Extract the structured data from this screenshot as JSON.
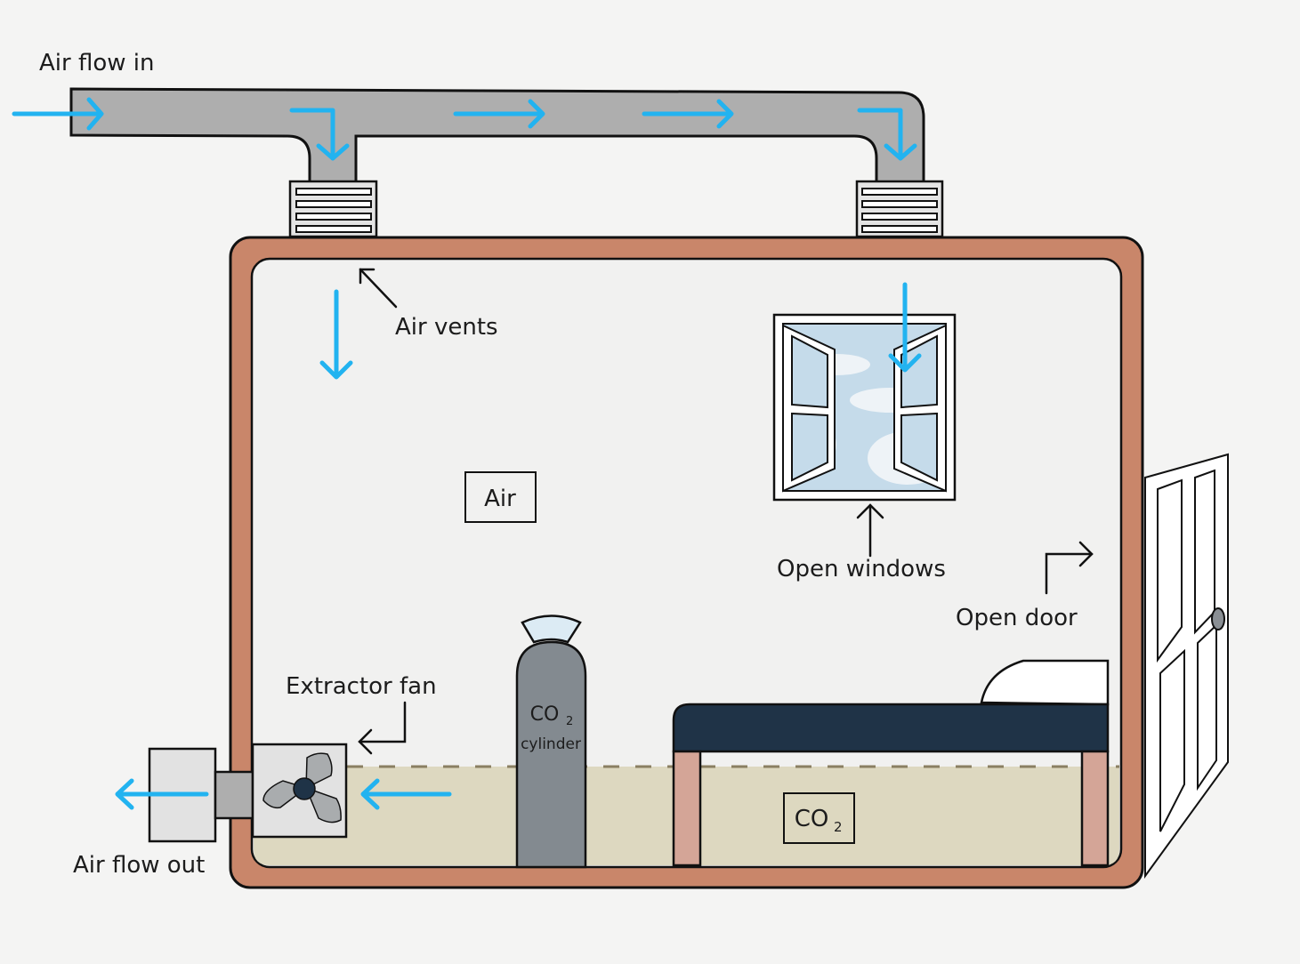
{
  "diagram": {
    "title": "Room ventilation and CO2 build-up",
    "labels": {
      "air_flow_in": "Air flow in",
      "air_vents": "Air vents",
      "air": "Air",
      "open_windows": "Open windows",
      "open_door": "Open door",
      "extractor_fan": "Extractor fan",
      "air_flow_out": "Air flow out",
      "co2_cylinder_main": "CO",
      "co2_cylinder_sub": "2",
      "co2_cylinder_caption": "cylinder",
      "co2_main": "CO",
      "co2_sub": "2"
    },
    "colors": {
      "background": "#f4f4f3",
      "duct": "#aeaeae",
      "wall": "#c9866a",
      "wall_outer": "#b86c4f",
      "room": "#f1f1f0",
      "co2_layer": "#ddd8c0",
      "dash": "#8a7f62",
      "arrow_blue": "#22b3f0",
      "bed": "#1f3347",
      "bed_leg": "#d4a597",
      "cylinder": "#838a90",
      "sky": "#c5dbea",
      "fan_box": "#e2e2e2",
      "outline": "#111111"
    }
  }
}
